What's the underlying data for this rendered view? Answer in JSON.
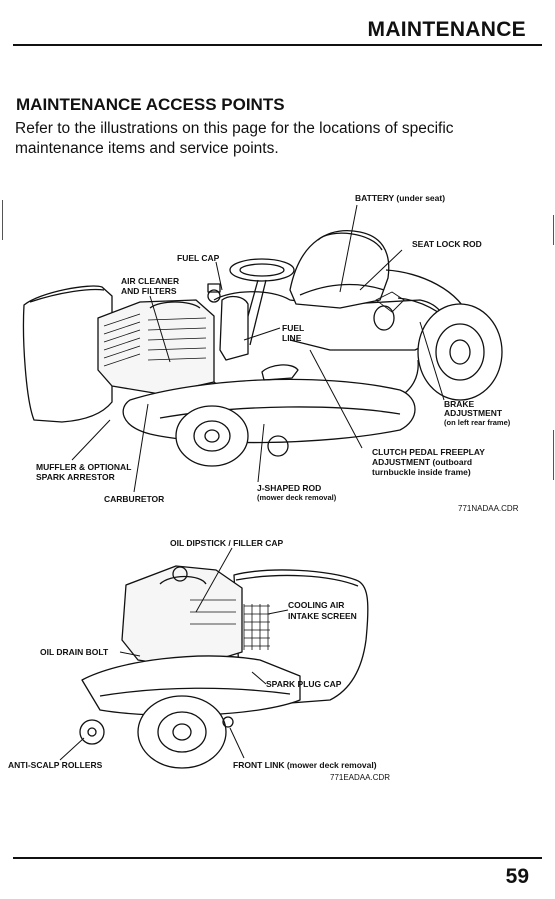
{
  "header": {
    "section": "MAINTENANCE"
  },
  "section_title": "MAINTENANCE ACCESS POINTS",
  "intro": "Refer to the illustrations on this page for the locations of specific maintenance items and service points.",
  "figure1": {
    "labels": {
      "battery": "BATTERY (under seat)",
      "seat_lock_rod": "SEAT LOCK ROD",
      "fuel_cap": "FUEL CAP",
      "air_cleaner_1": "AIR CLEANER",
      "air_cleaner_2": "AND FILTERS",
      "fuel_line_1": "FUEL",
      "fuel_line_2": "LINE",
      "brake_1": "BRAKE",
      "brake_2": "ADJUSTMENT",
      "brake_3": "(on left rear frame)",
      "clutch_1": "CLUTCH PEDAL FREEPLAY",
      "clutch_2": "ADJUSTMENT (outboard",
      "clutch_3": "turnbuckle inside frame)",
      "muffler_1": "MUFFLER & OPTIONAL",
      "muffler_2": "SPARK ARRESTOR",
      "carburetor": "CARBURETOR",
      "jrod_1": "J-SHAPED ROD",
      "jrod_2": "(mower deck removal)"
    },
    "code": "771NADAA.CDR"
  },
  "figure2": {
    "labels": {
      "oil_dipstick": "OIL DIPSTICK / FILLER CAP",
      "cooling_1": "COOLING AIR",
      "cooling_2": "INTAKE SCREEN",
      "oil_drain": "OIL DRAIN BOLT",
      "spark_plug": "SPARK PLUG CAP",
      "anti_scalp": "ANTI-SCALP ROLLERS",
      "front_link": "FRONT LINK (mower deck removal)"
    },
    "code": "771EADAA.CDR"
  },
  "page_number": "59"
}
